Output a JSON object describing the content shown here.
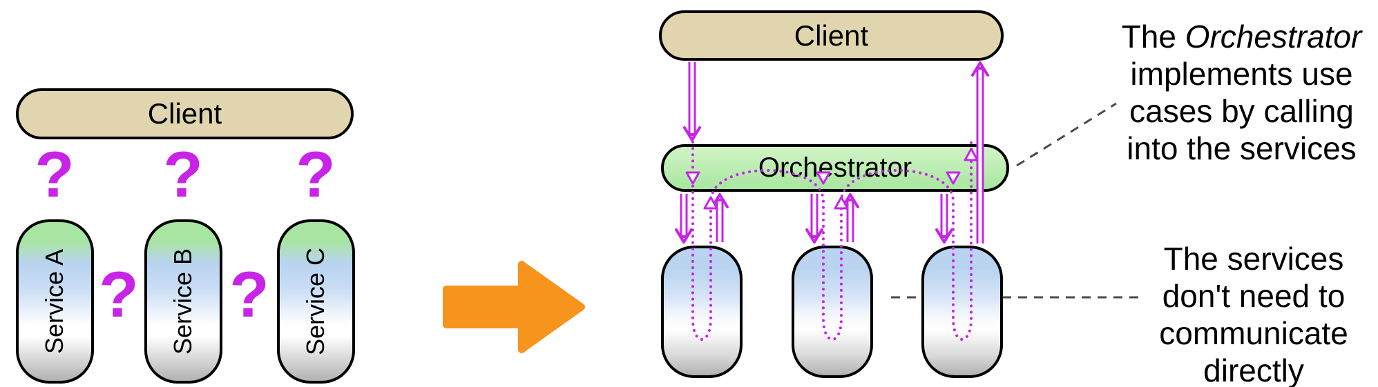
{
  "left_diagram": {
    "client_label": "Client",
    "question_mark": "?",
    "services": [
      {
        "label": "Service A"
      },
      {
        "label": "Service B"
      },
      {
        "label": "Service C"
      }
    ]
  },
  "right_diagram": {
    "client_label": "Client",
    "orchestrator_label": "Orchestrator"
  },
  "annotations": {
    "orchestrator_note": {
      "line1_prefix": "The ",
      "line1_italic": "Orchestrator",
      "line2": "implements use",
      "line3": "cases by calling",
      "line4": "into the services"
    },
    "services_note": {
      "line1": "The services",
      "line2": "don't need to",
      "line3": "communicate",
      "line4": "directly"
    }
  },
  "colors": {
    "magenta": "#c724e8",
    "orange": "#f7941e",
    "client-tan": "#e0d5ae",
    "orch-green-top": "#d2f4c6",
    "orch-green-bottom": "#a7e79f",
    "service-green": "#a9e5a2",
    "service-blue": "#b9d3f0",
    "service-gray": "#b2b2b2",
    "pointer-line": "#4a4a4a"
  }
}
